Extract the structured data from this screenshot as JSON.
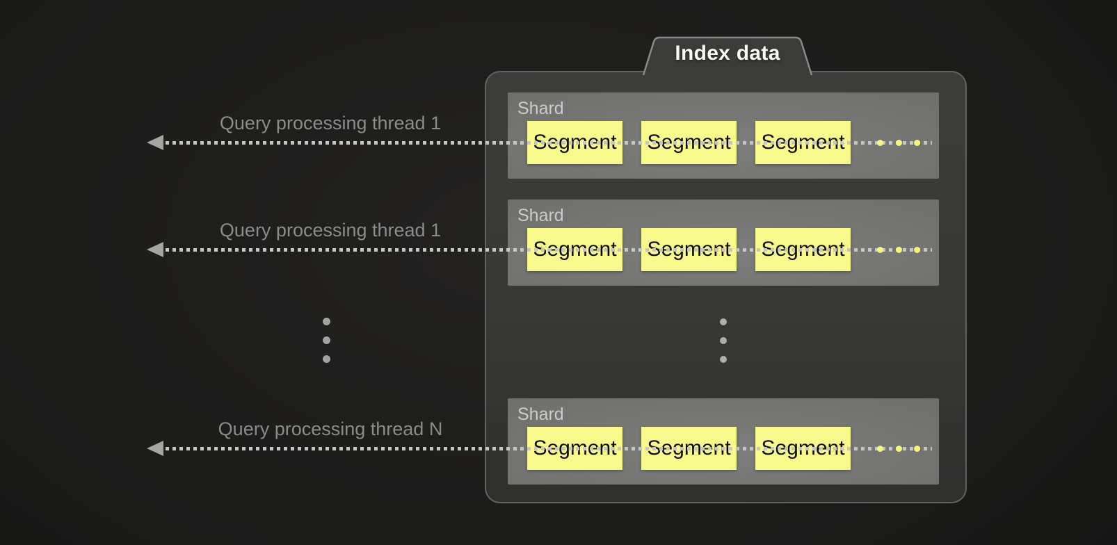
{
  "panel": {
    "tab_label": "Index data"
  },
  "arrows": [
    {
      "label": "Query processing thread 1"
    },
    {
      "label": "Query processing thread 1"
    },
    {
      "label": "Query processing thread N"
    }
  ],
  "shards": [
    {
      "label": "Shard",
      "segments": [
        "Segment",
        "Segment",
        "Segment"
      ]
    },
    {
      "label": "Shard",
      "segments": [
        "Segment",
        "Segment",
        "Segment"
      ]
    },
    {
      "label": "Shard",
      "segments": [
        "Segment",
        "Segment",
        "Segment"
      ]
    }
  ],
  "icons": {
    "arrowhead_left": "◀",
    "vertical_ellipsis": "⋮",
    "more_segments_ellipsis": "•••"
  },
  "colors": {
    "background": "#1c1c1a",
    "panel_fill": "#393937",
    "panel_border": "#626261",
    "tab_border": "#8a8a89",
    "shard_fill": "#6c6c6a",
    "shard_label_text": "#cbcbca",
    "segment_fill": "#f8f98b",
    "segment_text": "#0b0b0b",
    "accent_yellow": "#f5f67c",
    "dotted_line": "#c6c6c5",
    "arrow": "#a5a5a4",
    "thread_label_text": "#8b8b8a",
    "tab_text": "#f8f8f7",
    "ellipsis_dot": "#a2a2a1"
  }
}
